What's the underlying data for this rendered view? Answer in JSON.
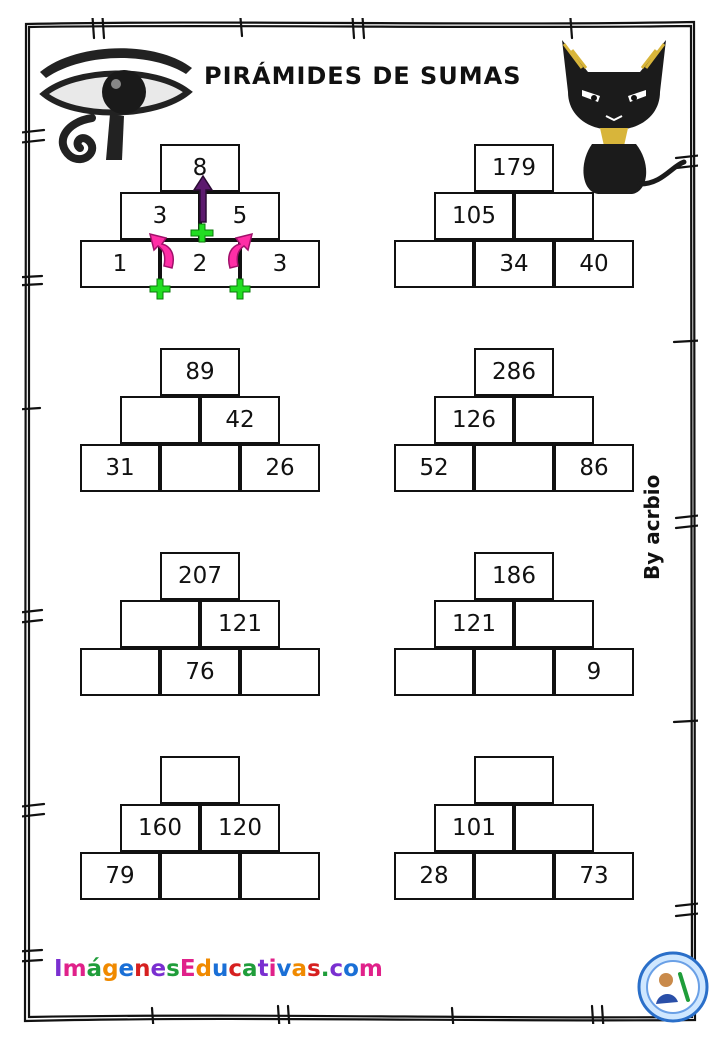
{
  "title": "PIRÁMIDES DE SUMAS",
  "byline": "By acrbio",
  "site_name": "ImágenesEducativas.com",
  "site_letter_colors": [
    "#7a2fd0",
    "#e0218a",
    "#1f9d3a",
    "#f08a00",
    "#1a6fd6",
    "#d62020",
    "#7a2fd0",
    "#1f9d3a",
    "#e0218a",
    "#f08a00",
    "#1a6fd6",
    "#d62020",
    "#1f9d3a",
    "#7a2fd0",
    "#e0218a",
    "#1a6fd6",
    "#f08a00",
    "#d62020",
    "#1f9d3a",
    "#7a2fd0",
    "#1a6fd6",
    "#e0218a"
  ],
  "colors": {
    "plus": "#22dd22",
    "arrow_pink": "#ff2ea6",
    "arrow_purple": "#5c1a6e",
    "border": "#111111"
  },
  "icons": {
    "eye": "eye-of-horus-icon",
    "cat": "egyptian-cat-icon",
    "badge": "site-badge-icon"
  },
  "pyramids": [
    {
      "top": "8",
      "middle": [
        "3",
        "5"
      ],
      "bottom": [
        "1",
        "2",
        "3"
      ]
    },
    {
      "top": "179",
      "middle": [
        "105",
        ""
      ],
      "bottom": [
        "",
        "34",
        "40"
      ]
    },
    {
      "top": "89",
      "middle": [
        "",
        "42"
      ],
      "bottom": [
        "31",
        "",
        "26"
      ]
    },
    {
      "top": "286",
      "middle": [
        "126",
        ""
      ],
      "bottom": [
        "52",
        "",
        "86"
      ]
    },
    {
      "top": "207",
      "middle": [
        "",
        "121"
      ],
      "bottom": [
        "",
        "76",
        ""
      ]
    },
    {
      "top": "186",
      "middle": [
        "121",
        ""
      ],
      "bottom": [
        "",
        "",
        "9"
      ]
    },
    {
      "top": "",
      "middle": [
        "160",
        "120"
      ],
      "bottom": [
        "79",
        "",
        ""
      ]
    },
    {
      "top": "",
      "middle": [
        "101",
        ""
      ],
      "bottom": [
        "28",
        "",
        "73"
      ]
    }
  ]
}
